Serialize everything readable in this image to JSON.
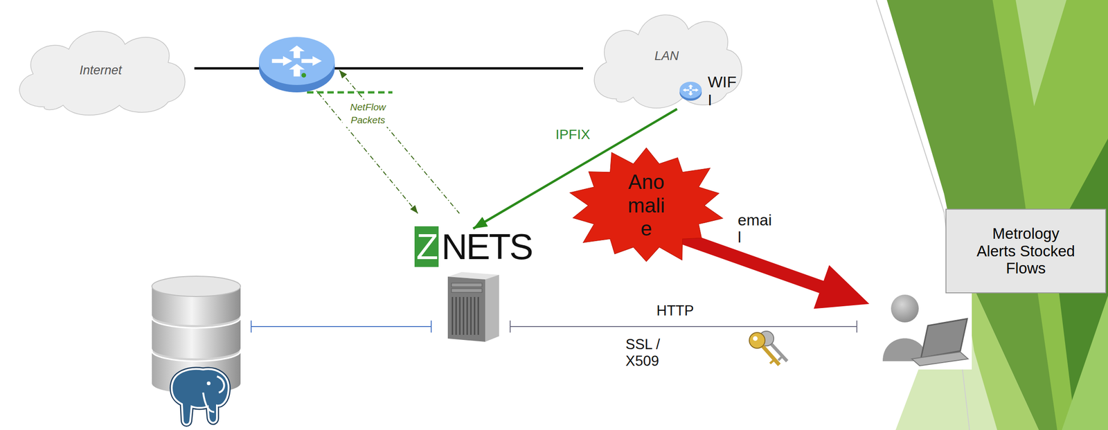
{
  "diagram": {
    "nodes": [
      {
        "text": [
          "Internet"
        ]
      },
      {
        "text": [
          "LAN"
        ]
      },
      {
        "text": [
          "WIFI"
        ],
        "in": 1
      },
      {
        "text": [
          "Anomalie"
        ]
      },
      {
        "text": [
          "ZNETS"
        ]
      },
      {
        "text": [
          "Metrology Alerts Stocked Flows"
        ]
      }
    ],
    "edges": [
      {
        "from": 0,
        "to": 1,
        "arrow": "none"
      },
      {
        "from": 2,
        "to": 4,
        "arrow": "to",
        "label": "IPFIX"
      }
    ],
    "labels": [
      "NetFlow Packets",
      "email",
      "HTTP",
      "SSL / X509"
    ]
  }
}
